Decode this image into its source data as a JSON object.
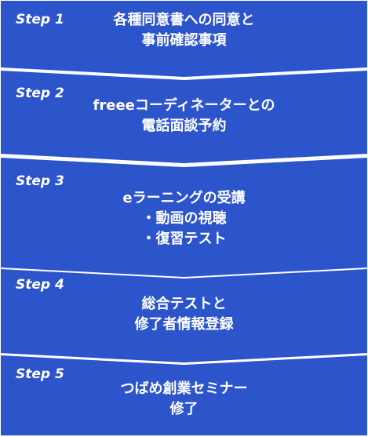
{
  "steps": [
    {
      "label": "Step 1",
      "lines": [
        "各種同意書への同意と",
        "事前確認事項"
      ]
    },
    {
      "label": "Step 2",
      "lines": [
        "freeeコーディネーターとの",
        "電話面談予約"
      ]
    },
    {
      "label": "Step 3",
      "lines": [
        "eラーニングの受講",
        "・動画の視聴",
        "・復習テスト"
      ]
    },
    {
      "label": "Step 4",
      "lines": [
        "総合テストと",
        "修了者情報登録"
      ]
    },
    {
      "label": "Step 5",
      "lines": [
        "つばめ創業セミナー",
        "修了"
      ]
    }
  ],
  "colors": {
    "box": "#2D55CB",
    "text": "#FFFFFF",
    "background": "#FFFFFF"
  }
}
